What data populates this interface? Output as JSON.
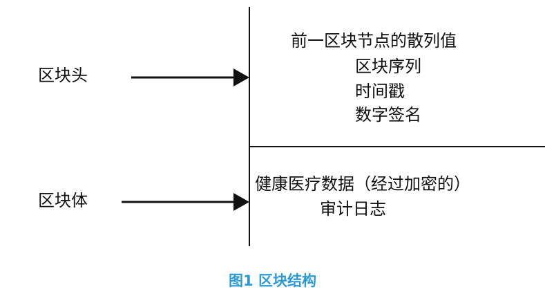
{
  "diagram": {
    "header_label": "区块头",
    "body_label": "区块体",
    "header_fields": [
      "前一区块节点的散列值",
      "区块序列",
      "时间戳",
      "数字签名"
    ],
    "body_fields": [
      "健康医疗数据（经过加密的）",
      "审计日志"
    ],
    "caption": "图1 区块结构",
    "caption_color": "#2a9ad4"
  }
}
